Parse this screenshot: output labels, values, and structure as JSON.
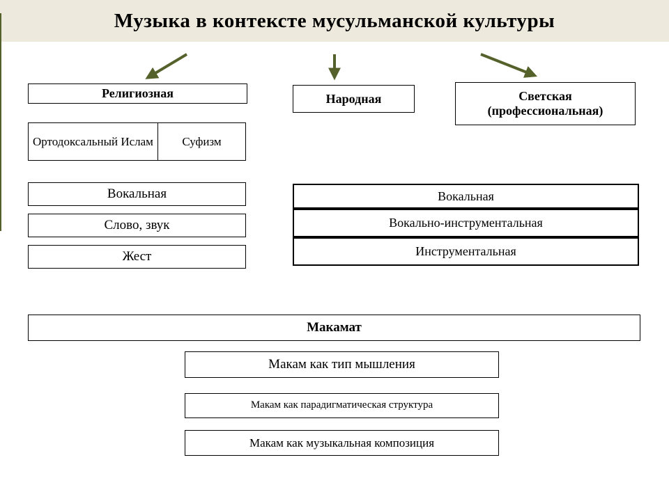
{
  "title": "Музыка в контексте мусульманской культуры",
  "colors": {
    "accent_olive": "#55612B",
    "band_beige": "#EDE9DC",
    "box_border": "#000000",
    "background": "#FFFFFF"
  },
  "religious": {
    "label": "Религиозная",
    "sub": {
      "orthodox": "Ортодоксальный Ислам",
      "sufism": "Суфизм"
    },
    "forms": [
      "Вокальная",
      "Слово, звук",
      "Жест"
    ]
  },
  "folk": {
    "label": "Народная"
  },
  "secular": {
    "label": "Светская",
    "sublabel": "(профессиональная)",
    "forms": [
      "Вокальная",
      "Вокально-инструментальная",
      "Инструментальная"
    ]
  },
  "maqamat": {
    "label": "Макамат",
    "items": [
      "Макам как тип мышления",
      "Макам как парадигматическая структура",
      "Макам как музыкальная  композиция"
    ]
  }
}
